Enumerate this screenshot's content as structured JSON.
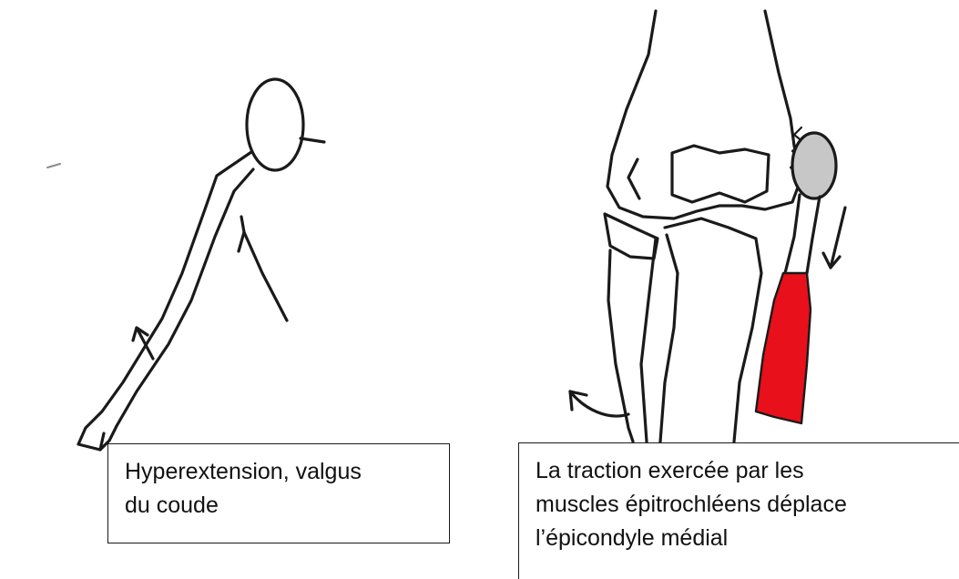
{
  "captions": {
    "left": {
      "line1": "Hyperextension, valgus",
      "line2": "du coude"
    },
    "right": {
      "line1": "La traction exercée par les",
      "line2": "muscles épitrochléens déplace",
      "line3": "l’épicondyle médial"
    }
  },
  "colors": {
    "ink": "#1a1a1a",
    "muscle": "#e8101a",
    "bone_fragment": "#c7c7c7",
    "background": "#ffffff"
  },
  "icons": [
    "stick-figure-icon",
    "elbow-joint-icon",
    "force-arrow-icon",
    "rotation-arrow-icon"
  ]
}
